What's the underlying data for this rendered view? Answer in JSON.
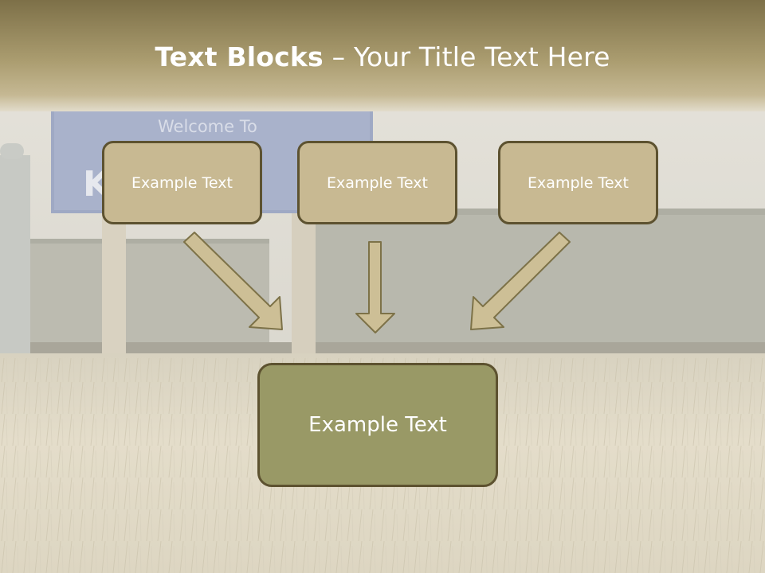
{
  "slide": {
    "title_bold": "Text Blocks",
    "title_separator": " – ",
    "title_rest": "Your Title Text Here"
  },
  "boxes": {
    "left_label": "Example Text",
    "center_label": "Example Text",
    "right_label": "Example Text",
    "bottom_label": "Example Text"
  },
  "background": {
    "sign_text": "Welcome To",
    "sign_partial_letters": "K          A"
  },
  "colors": {
    "header": "#a99c72",
    "small_box_fill": "#c8b992",
    "big_box_fill": "#999966",
    "box_border": "#5d5230",
    "arrow_fill": "#cdbf96",
    "arrow_stroke": "#7d7248"
  }
}
